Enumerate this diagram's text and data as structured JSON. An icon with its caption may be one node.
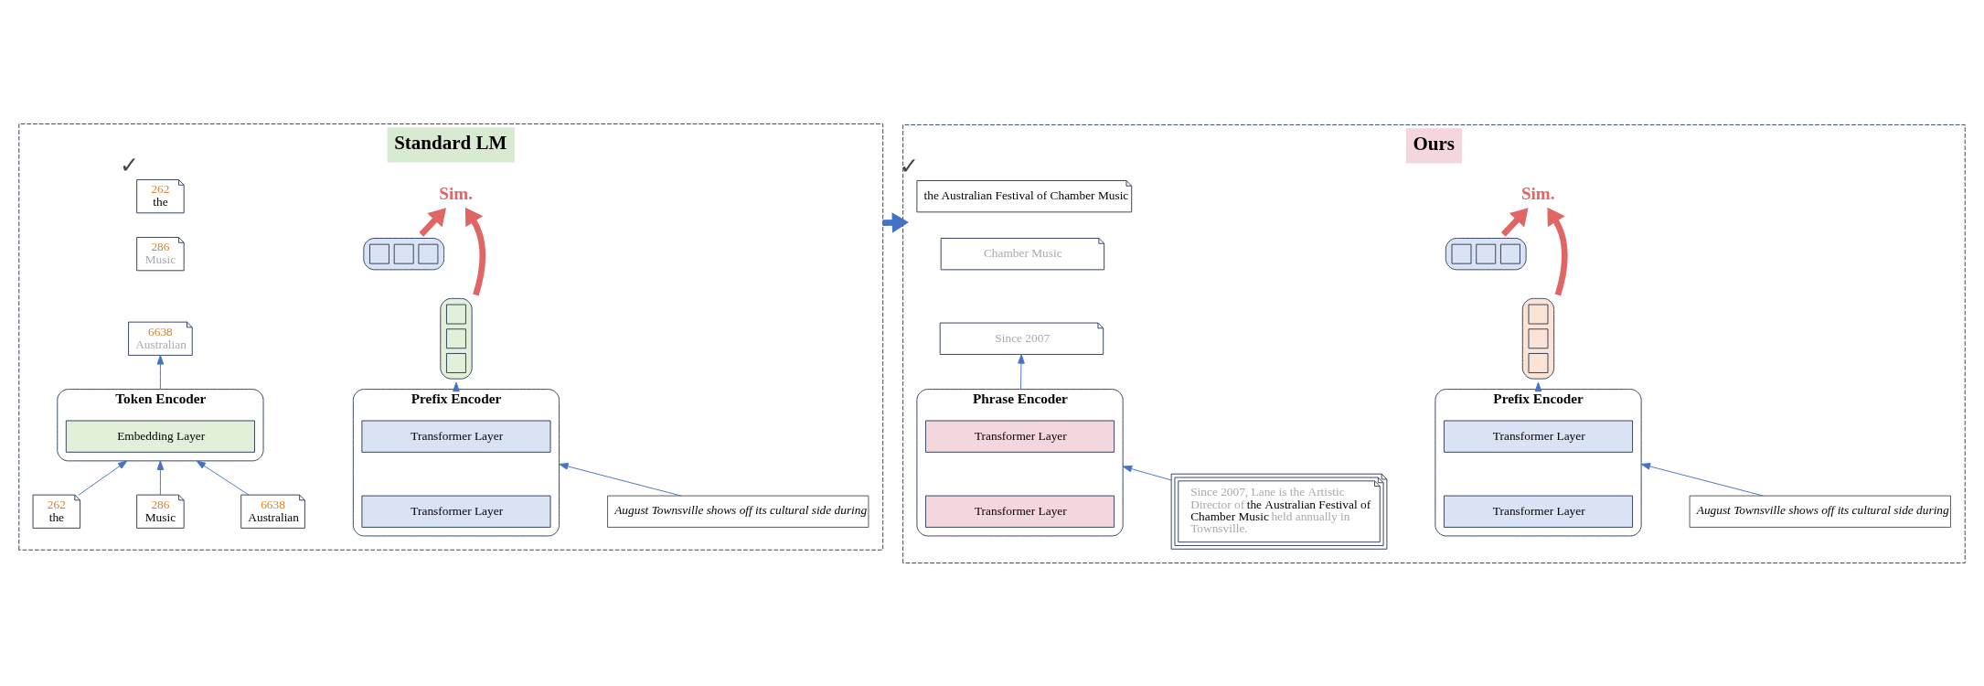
{
  "diagram": {
    "nodes": [
      {
        "text": [
          "Standard LM"
        ]
      },
      {
        "text": [],
        "shape": "bar",
        "in": 0
      },
      {
        "text": [],
        "shape": "bar",
        "in": 0
      },
      {
        "text": [
          "Sim."
        ],
        "in": 0
      },
      {
        "text": [
          "262",
          "the"
        ],
        "in": 0,
        "beside": [
          "✓"
        ]
      },
      {
        "text": [
          "286",
          "Music"
        ],
        "in": 0
      },
      {
        "text": [
          "6638",
          "Australian"
        ],
        "in": 0
      },
      {
        "text": [
          "Prefix Encoder"
        ],
        "in": 0
      },
      {
        "text": [
          "Transformer Layer"
        ],
        "in": 7
      },
      {
        "text": [
          "Transformer Layer"
        ],
        "in": 7
      },
      {
        "text": [
          "Token Encoder"
        ],
        "in": 0
      },
      {
        "text": [
          "Embedding Layer"
        ],
        "in": 10
      },
      {
        "text": [
          "August Townsville shows off its cultural side during"
        ],
        "in": 0
      },
      {
        "text": [
          "262",
          "the"
        ],
        "in": 0
      },
      {
        "text": [
          "286",
          "Music"
        ],
        "in": 0
      },
      {
        "text": [
          "6638",
          "Australian"
        ],
        "in": 0
      },
      {
        "text": [
          "Ours"
        ]
      },
      {
        "text": [],
        "shape": "bar",
        "in": 16
      },
      {
        "text": [],
        "shape": "bar",
        "in": 16
      },
      {
        "text": [
          "Sim."
        ],
        "in": 16
      },
      {
        "text": [
          "the Australian Festival of Chamber Music"
        ],
        "in": 16,
        "beside": [
          "✓"
        ]
      },
      {
        "text": [
          "Chamber Music"
        ],
        "in": 16
      },
      {
        "text": [
          "Since 2007"
        ],
        "in": 16
      },
      {
        "text": [
          "Prefix Encoder"
        ],
        "in": 16
      },
      {
        "text": [
          "Transformer Layer"
        ],
        "in": 23
      },
      {
        "text": [
          "Transformer Layer"
        ],
        "in": 23
      },
      {
        "text": [
          "Phrase Encoder"
        ],
        "in": 16
      },
      {
        "text": [
          "Transformer Layer"
        ],
        "in": 26
      },
      {
        "text": [
          "Transformer Layer"
        ],
        "in": 26
      },
      {
        "text": [
          "August Townsville shows off its cultural side during"
        ],
        "in": 16
      },
      {
        "text": [
          "Since 2007, Lane is the Artistic Director of **the Australian Festival of Chamber Music** held annually in Townsville."
        ],
        "in": 16
      }
    ],
    "edges": [
      {
        "from": 12,
        "to": 7,
        "arrow": "to",
        "color": "#4472c4"
      },
      {
        "from": 7,
        "to": 2,
        "arrow": "to",
        "color": "#4472c4"
      },
      {
        "from": 13,
        "to": 10,
        "arrow": "to",
        "color": "#4472c4"
      },
      {
        "from": 14,
        "to": 10,
        "arrow": "to",
        "color": "#4472c4"
      },
      {
        "from": 15,
        "to": 10,
        "arrow": "to",
        "color": "#4472c4"
      },
      {
        "from": 10,
        "to": 6,
        "arrow": "to",
        "color": "#4472c4"
      },
      {
        "from": 1,
        "to": 3,
        "arrow": "to",
        "style": "thick",
        "color": "#e06666"
      },
      {
        "from": 2,
        "to": 3,
        "arrow": "to",
        "style": "thick",
        "color": "#e06666"
      },
      {
        "from": 0,
        "to": 16,
        "arrow": "to",
        "style": "thick",
        "color": "#4472c4"
      },
      {
        "from": 29,
        "to": 23,
        "arrow": "to",
        "color": "#4472c4"
      },
      {
        "from": 23,
        "to": 18,
        "arrow": "to",
        "color": "#4472c4"
      },
      {
        "from": 30,
        "to": 26,
        "arrow": "to",
        "color": "#4472c4"
      },
      {
        "from": 26,
        "to": 22,
        "arrow": "to",
        "color": "#4472c4"
      },
      {
        "from": 17,
        "to": 19,
        "arrow": "to",
        "style": "thick",
        "color": "#e06666"
      },
      {
        "from": 18,
        "to": 19,
        "arrow": "to",
        "style": "thick",
        "color": "#e06666"
      }
    ]
  }
}
